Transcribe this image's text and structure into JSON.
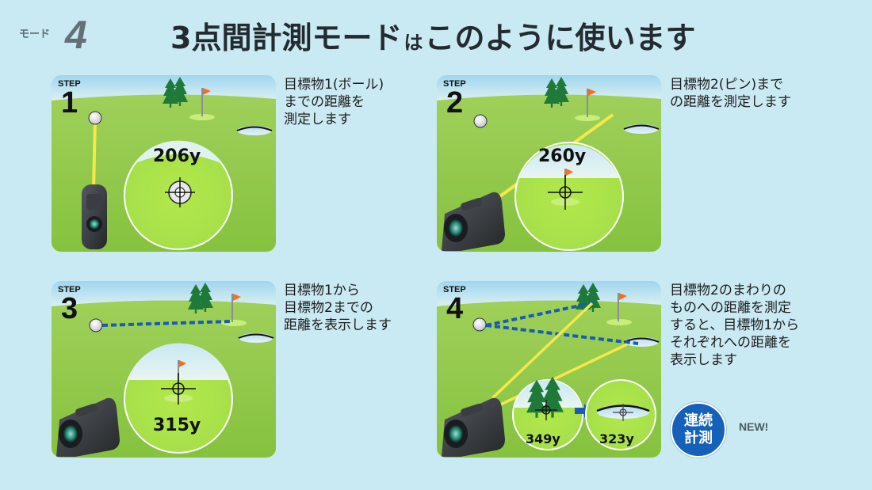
{
  "header": {
    "mode_label": "モード",
    "mode_number": "4",
    "title_part1": "3点間計測モード",
    "title_particle": "は",
    "title_part2": "このように使います"
  },
  "steps": [
    {
      "step_label": "STEP",
      "number": "1",
      "distance": "206y",
      "description": "目標物1(ボール)\nまでの距離を\n測定します"
    },
    {
      "step_label": "STEP",
      "number": "2",
      "distance": "260y",
      "description": "目標物2(ピン)まで\nの距離を測定します"
    },
    {
      "step_label": "STEP",
      "number": "3",
      "distance": "315y",
      "description": "目標物1から\n目標物2までの\n距離を表示します"
    },
    {
      "step_label": "STEP",
      "number": "4",
      "distances": [
        "349y",
        "323y"
      ],
      "description": "目標物2のまわりの\nものへの距離を測定\nすると、目標物1から\nそれぞれへの距離を\n表示します"
    }
  ],
  "badge": {
    "line1": "連続",
    "line2": "計測",
    "new_label": "NEW!"
  },
  "colors": {
    "background": "#c9e9f3",
    "grass": "#8fc84a",
    "sky": "#d7eef6",
    "flag": "#ff6a1a",
    "tree": "#1f7a3a",
    "laser": "#f4e84a",
    "dotted_line": "#1a5cb0",
    "badge": "#1560b9"
  }
}
